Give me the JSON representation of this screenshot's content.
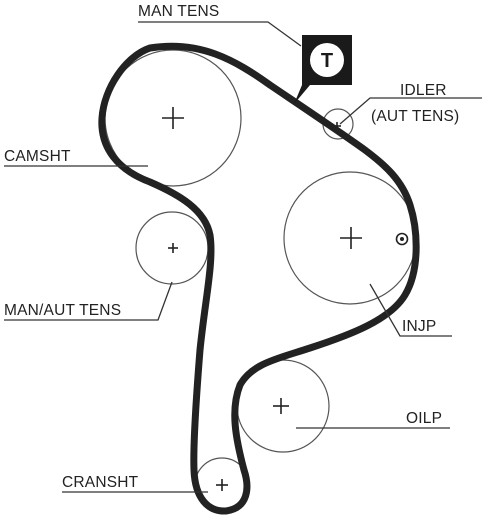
{
  "labels": {
    "man_tens": "MAN TENS",
    "idler_line1": "IDLER",
    "idler_line2": "(AUT TENS)",
    "camsht": "CAMSHT",
    "man_aut_tens": "MAN/AUT TENS",
    "injp": "INJP",
    "oilp": "OILP",
    "cranksht": "CRANSHT",
    "tensioner_badge": "T"
  },
  "colors": {
    "belt": "#222222",
    "badge": "#1a1a1a",
    "badge_text": "#ffffff",
    "background": "#ffffff"
  },
  "icons": {
    "tensioner_badge": "tensioner-badge-icon",
    "injp_mark": "timing-mark-icon"
  }
}
